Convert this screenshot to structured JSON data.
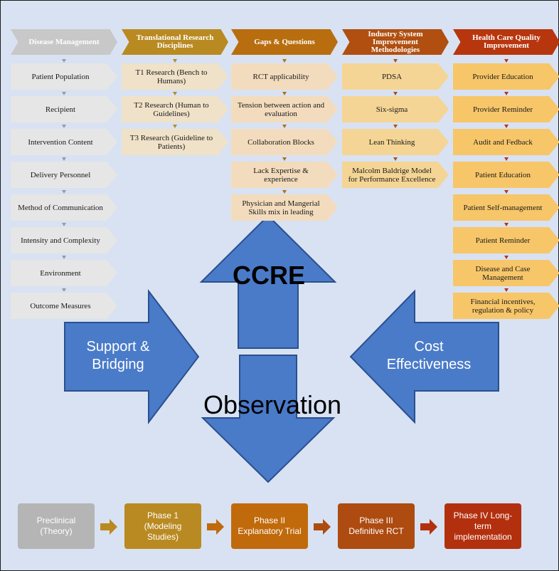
{
  "columns": [
    {
      "header": "Disease Management",
      "header_color": "#c8c8c8",
      "item_color": "#e6e6e6",
      "items": [
        "Patient Population",
        "Recipient",
        "Intervention Content",
        "Delivery Personnel",
        "Method of Communication",
        "Intensity and Complexity",
        "Environment",
        "Outcome Measures"
      ]
    },
    {
      "header": "Translational Research Disciplines",
      "header_color": "#b98a22",
      "item_color": "#efe2c8",
      "items": [
        "T1 Research (Bench to Humans)",
        "T2 Research (Human to Guidelines)",
        "T3 Research (Guideline to Patients)"
      ]
    },
    {
      "header": "Gaps & Questions",
      "header_color": "#b86e0e",
      "item_color": "#f3dcbd",
      "items": [
        "RCT applicability",
        "Tension between action and evaluation",
        "Collaboration Blocks",
        "Lack Expertise & experience",
        "Physician and Mangerial Skills mix in leading"
      ]
    },
    {
      "header": "Industry System Improvement Methodologies",
      "header_color": "#b04f10",
      "item_color": "#f5d595",
      "items": [
        "PDSA",
        "Six-sigma",
        "Lean Thinking",
        "Malcolm Baldrige Model for Performance Excellence"
      ]
    },
    {
      "header": "Health Care Quality Improvement",
      "header_color": "#b8360e",
      "item_color": "#f7c669",
      "items": [
        "Provider Education",
        "Provider Reminder",
        "Audit and Fedback",
        "Patient Education",
        "Patient Self-management",
        "Patient Reminder",
        "Disease and Case Management",
        "Financial incentives, regulation & policy"
      ]
    }
  ],
  "arrows": {
    "up_label": "CCRE",
    "left_label": "Support & Bridging",
    "right_label": "Cost Effectiveness",
    "down_label": "Observation",
    "fill_color": "#4a7bc9"
  },
  "phases": [
    {
      "label": "Preclinical (Theory)",
      "color": "#b5b5b5"
    },
    {
      "label": "Phase 1 (Modeling Studies)",
      "color": "#b98a22"
    },
    {
      "label": "Phase II Explanatory Trial",
      "color": "#c06a0c"
    },
    {
      "label": "Phase III Definitive RCT",
      "color": "#ad4b10"
    },
    {
      "label": "Phase IV Long-term implementation",
      "color": "#b3300e"
    }
  ]
}
